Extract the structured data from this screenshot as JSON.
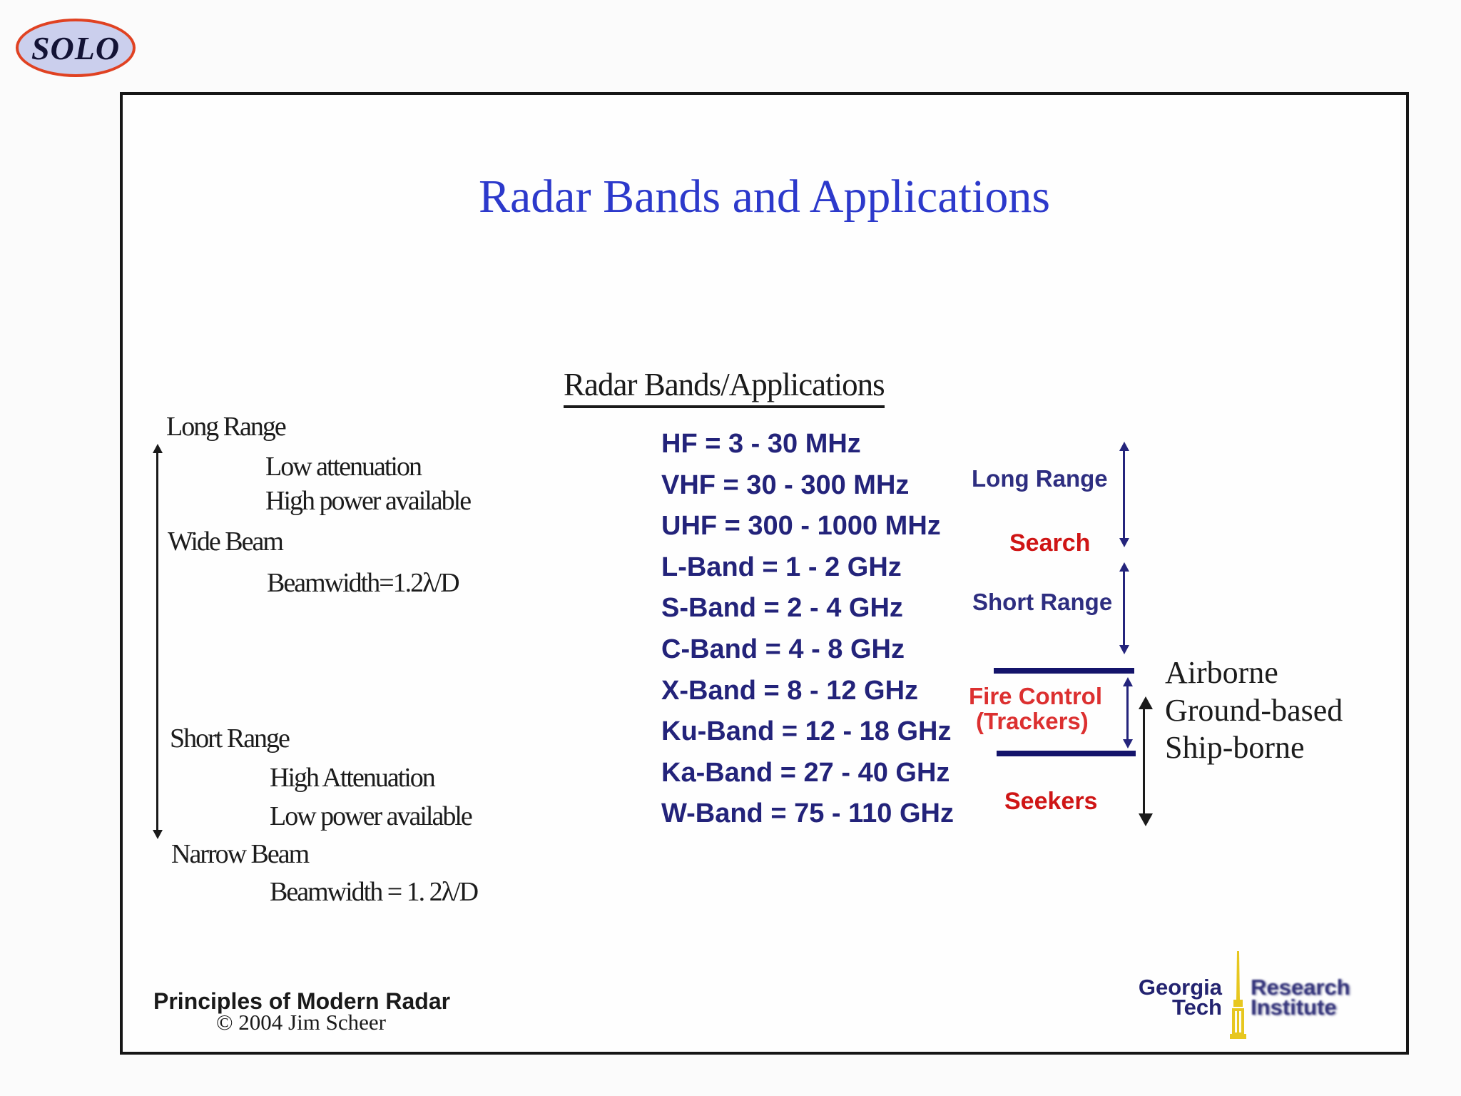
{
  "badge": "SOLO",
  "title": "Radar Bands and Applications",
  "subtitle": "Radar Bands/Applications",
  "left": {
    "long_range": "Long Range",
    "low_attenuation": "Low attenuation",
    "high_power": "High power available",
    "wide_beam": "Wide Beam",
    "beamwidth_wide": "Beamwidth=1.2λ/D",
    "short_range": "Short Range",
    "high_attenuation": "High Attenuation",
    "low_power": "Low power available",
    "narrow_beam": "Narrow Beam",
    "beamwidth_narrow": "Beamwidth = 1. 2λ/D"
  },
  "bands": [
    "HF = 3 - 30 MHz",
    "VHF = 30 - 300 MHz",
    "UHF = 300 - 1000 MHz",
    "L-Band = 1 - 2 GHz",
    "S-Band = 2 - 4 GHz",
    "C-Band = 4 - 8 GHz",
    "X-Band = 8 - 12 GHz",
    "Ku-Band = 12 - 18 GHz",
    "Ka-Band = 27 - 40 GHz",
    "W-Band = 75 - 110 GHz"
  ],
  "annotations": {
    "long_range": "Long Range",
    "search": "Search",
    "short_range": "Short Range",
    "fire_control": "Fire Control",
    "trackers": "(Trackers)",
    "seekers": "Seekers"
  },
  "platforms": [
    "Airborne",
    "Ground-based",
    "Ship-borne"
  ],
  "footer": {
    "source": "Principles of Modern Radar",
    "copyright": "© 2004 Jim Scheer"
  },
  "logo": {
    "georgia": "Georgia",
    "tech": "Tech",
    "research": "Research",
    "institute": "Institute"
  },
  "colors": {
    "title_blue": "#2c39cb",
    "band_navy": "#23237a",
    "annotation_red": "#cf1515",
    "bar_navy": "#14146b",
    "badge_fill": "#cbcfed",
    "badge_border": "#e04222",
    "logo_navy": "#232370",
    "logo_gold": "#e7c71f"
  }
}
